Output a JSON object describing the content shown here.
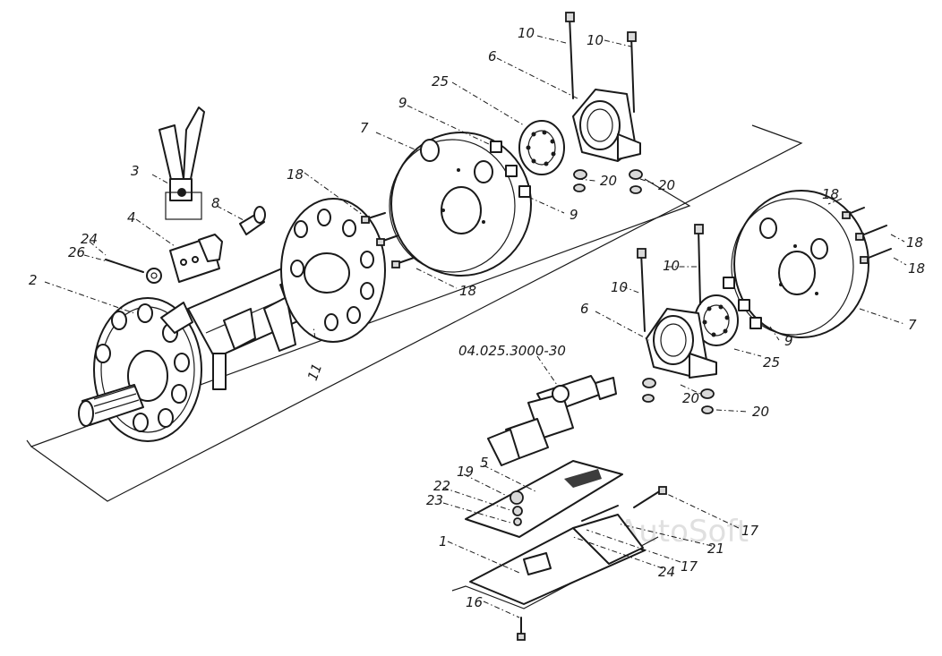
{
  "callouts": {
    "c1": "1",
    "c2": "2",
    "c3": "3",
    "c4": "4",
    "c5": "5",
    "c6a": "6",
    "c6b": "6",
    "c7a": "7",
    "c7b": "7",
    "c8": "8",
    "c9a": "9",
    "c9b": "9",
    "c9c": "9",
    "c10a": "10",
    "c10b": "10",
    "c10c": "10",
    "c10d": "10",
    "c11": "11",
    "c16": "16",
    "c17a": "17",
    "c17b": "17",
    "c18a": "18",
    "c18b": "18",
    "c18c": "18",
    "c18d": "18",
    "c18e": "18",
    "c19": "19",
    "c20a": "20",
    "c20b": "20",
    "c20c": "20",
    "c20d": "20",
    "c21": "21",
    "c22": "22",
    "c23": "23",
    "c24a": "24",
    "c24b": "24",
    "c25a": "25",
    "c25b": "25",
    "c26": "26",
    "assembly": "04.025.3000-30"
  },
  "watermark": "AutoSoft",
  "colors": {
    "ink": "#1a1a1a",
    "paper": "#ffffff",
    "watermark": "#c8c8c8"
  }
}
